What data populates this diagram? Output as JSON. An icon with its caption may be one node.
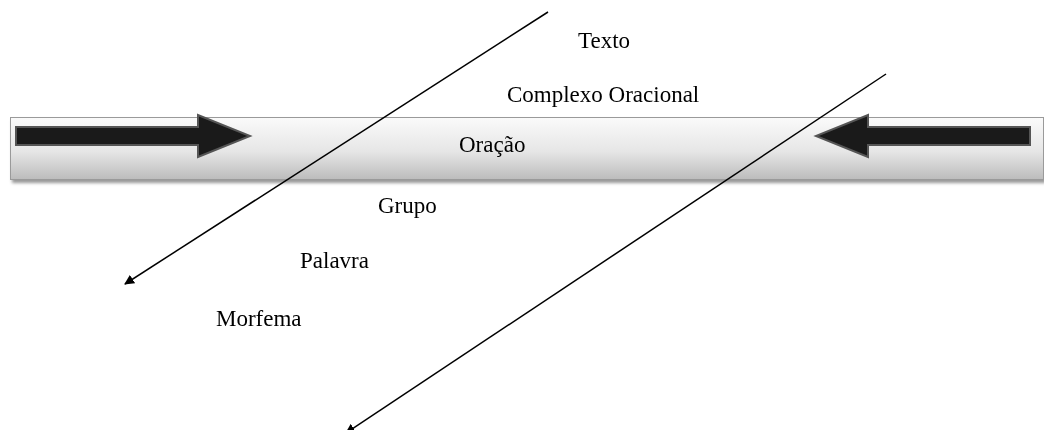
{
  "diagram": {
    "nodes": [
      {
        "text": [
          "Oração"
        ]
      }
    ],
    "labels": [
      "Texto",
      "Complexo Oracional",
      "Grupo",
      "Palavra",
      "Morfema"
    ]
  }
}
